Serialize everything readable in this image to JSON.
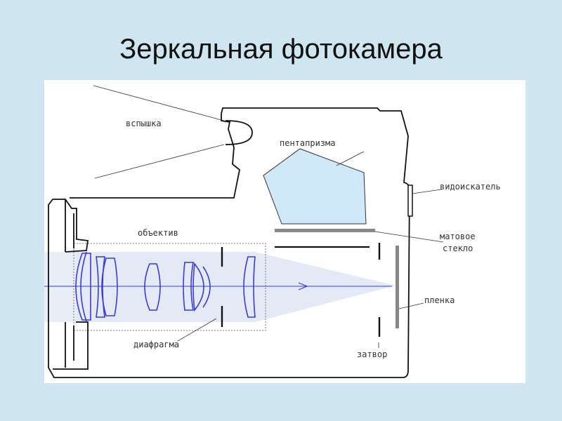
{
  "title": "Зеркальная фотокамера",
  "labels": {
    "flash": "вспышка",
    "pentaprism": "пентапризма",
    "viewfinder": "видоискатель",
    "lens": "объектив",
    "focusing_screen_line1": "матовое",
    "focusing_screen_line2": "стекло",
    "film": "пленка",
    "aperture": "диафрагма",
    "shutter": "затвор"
  },
  "colors": {
    "background": "#cfe6f1",
    "panel": "#ffffff",
    "prism_fill": "#cfe9fb",
    "lens_stroke": "#3b3bd6",
    "beam": "#e8eef8",
    "body_stroke": "#111111"
  }
}
